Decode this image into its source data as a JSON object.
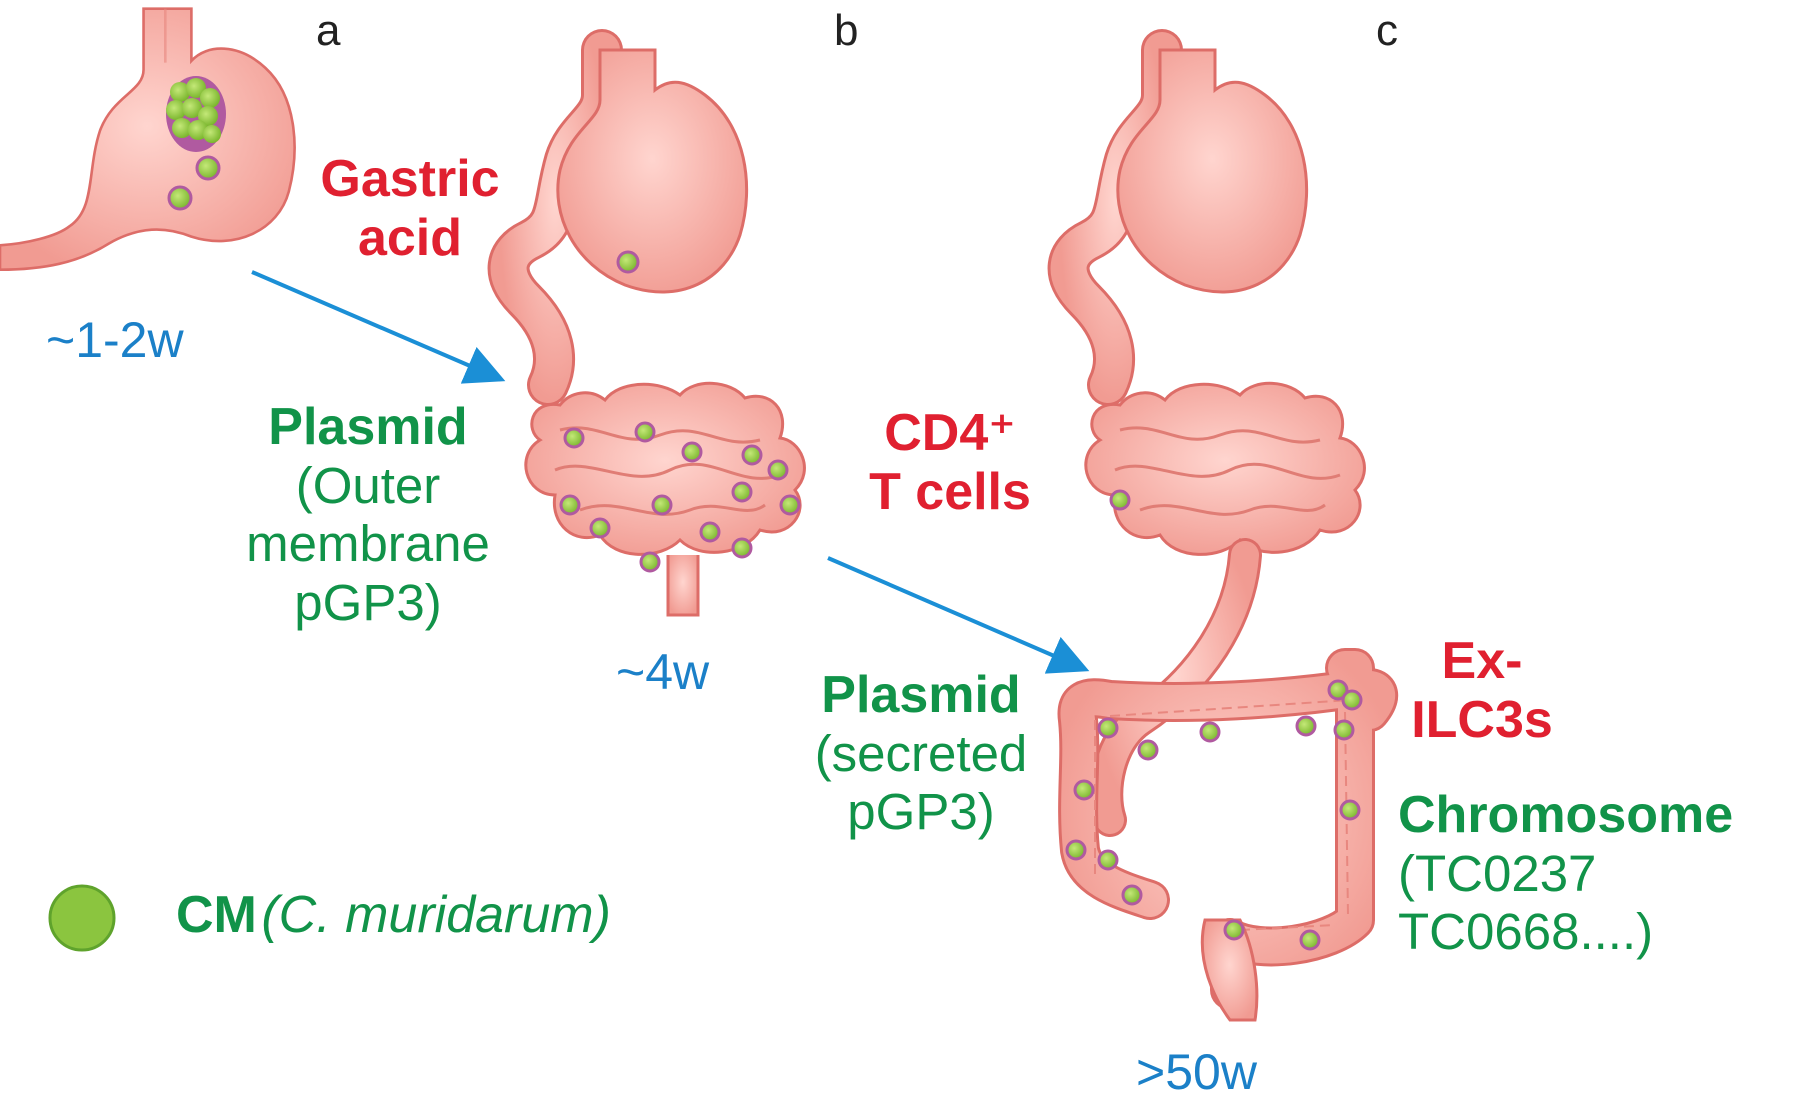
{
  "panels": [
    "a",
    "b",
    "c"
  ],
  "timepoints": [
    "~1-2w",
    "~4w",
    ">50w"
  ],
  "factor_gastric": [
    "Gastric",
    "acid"
  ],
  "factor_cd4": [
    "CD4⁺",
    "T cells"
  ],
  "factor_ilc": [
    "Ex-",
    "ILC3s"
  ],
  "plasmid_a": {
    "title": "Plasmid",
    "lines": [
      "(Outer",
      "membrane",
      "pGP3)"
    ]
  },
  "plasmid_b": {
    "title": "Plasmid",
    "lines": [
      "(secreted",
      "pGP3)"
    ]
  },
  "chromosome": {
    "title": "Chromosome",
    "lines": [
      "(TC0237",
      "TC0668....)"
    ]
  },
  "legend": {
    "abbr": "CM",
    "species": "(C. muridarum)"
  },
  "colors": {
    "tissue": "#f6b2a9",
    "tissue_edge": "#dd6d68",
    "bacteria": "#8bc53f",
    "bacteria_edge": "#b05aa0",
    "arrow": "#1b8fd6",
    "factor": "#e02030",
    "gene": "#119349",
    "time": "#1b80c8"
  },
  "icons": [
    "stomach-icon",
    "small-intestine-icon",
    "large-intestine-icon",
    "bacterium-icon",
    "arrow-icon"
  ]
}
